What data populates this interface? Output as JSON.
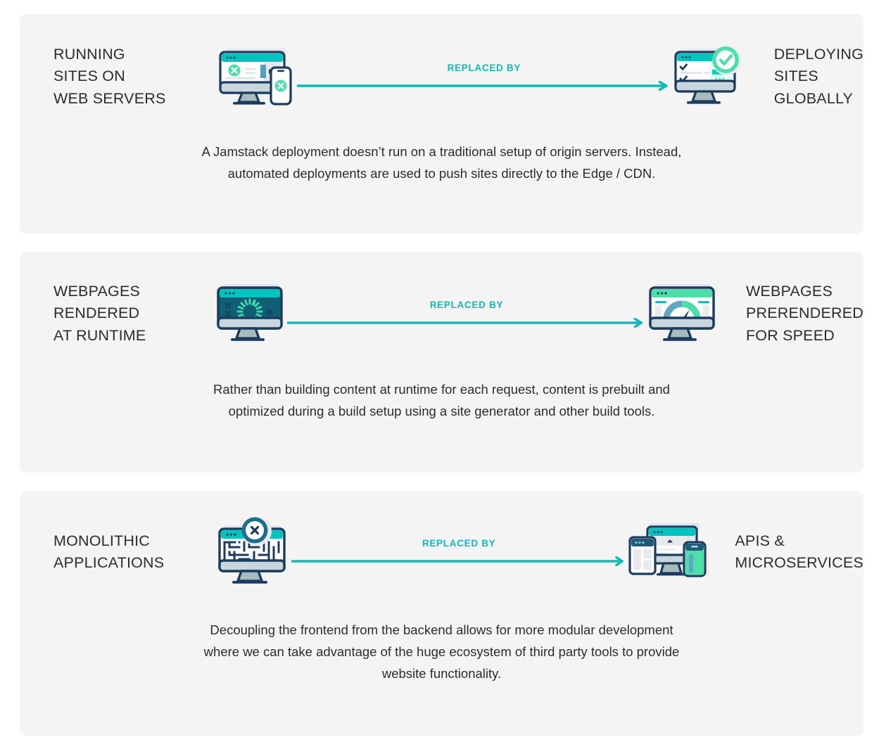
{
  "theme": {
    "panel_bg": "#f4f4f4",
    "page_bg": "#ffffff",
    "accent_teal": "#11b8b8",
    "accent_green": "#4ce0a8",
    "dark_navy": "#1b3c5e",
    "text_dark": "#2c2c2c"
  },
  "panels": [
    {
      "left_heading": "RUNNING\nSITES ON\nWEB SERVERS",
      "left_icon": "monitor-with-errors-icon",
      "arrow_label": "REPLACED BY",
      "right_icon": "monitor-with-checkmark-icon",
      "right_heading": "DEPLOYING\nSITES\nGLOBALLY",
      "caption": "A Jamstack deployment doesn’t run on a traditional setup of origin servers. Instead,\nautomated deployments are used to push sites directly to the Edge / CDN."
    },
    {
      "left_heading": "WEBPAGES\nRENDERED\nAT RUNTIME",
      "left_icon": "monitor-loading-spinner-icon",
      "arrow_label": "REPLACED BY",
      "right_icon": "monitor-speedometer-icon",
      "right_heading": "WEBPAGES\nPRERENDERED\nFOR SPEED",
      "caption": "Rather than building content at runtime for each request, content is prebuilt and\noptimized during a build setup using a site generator and other build tools."
    },
    {
      "left_heading": "MONOLITHIC\nAPPLICATIONS",
      "left_icon": "monitor-maze-error-icon",
      "arrow_label": "REPLACED BY",
      "right_icon": "multi-device-modular-icon",
      "right_heading": "APIS &\nMICROSERVICES",
      "caption": "Decoupling the frontend from the backend allows for more modular development\nwhere we can take advantage of the huge ecosystem of third party tools to provide\nwebsite functionality."
    }
  ]
}
